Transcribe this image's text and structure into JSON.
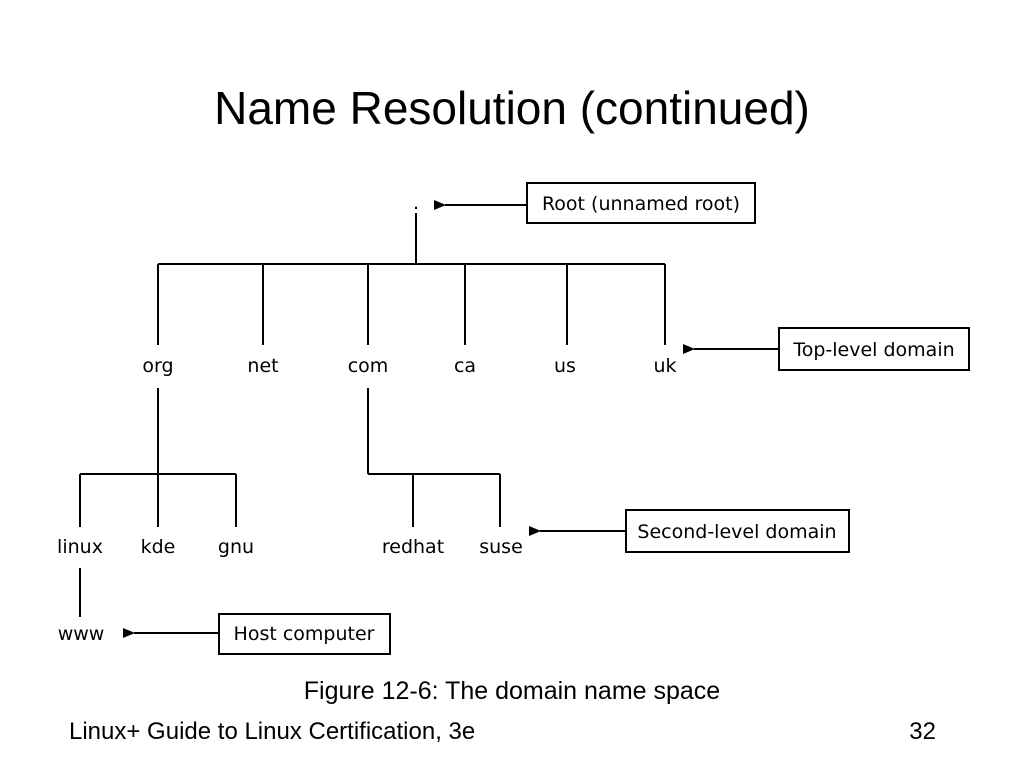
{
  "slide": {
    "title": "Name Resolution (continued)",
    "caption": "Figure 12-6: The domain name space",
    "footer_text": "Linux+ Guide to Linux Certification, 3e",
    "page_number": "32"
  },
  "diagram": {
    "root_label": ".",
    "top_level": [
      "org",
      "net",
      "com",
      "ca",
      "us",
      "uk"
    ],
    "second_level": {
      "org": [
        "linux",
        "kde",
        "gnu"
      ],
      "com": [
        "redhat",
        "suse"
      ]
    },
    "hosts": {
      "linux": [
        "www"
      ]
    },
    "callouts": {
      "root": "Root (unnamed root)",
      "top_level": "Top-level domain",
      "second_level": "Second-level domain",
      "host": "Host computer"
    }
  }
}
